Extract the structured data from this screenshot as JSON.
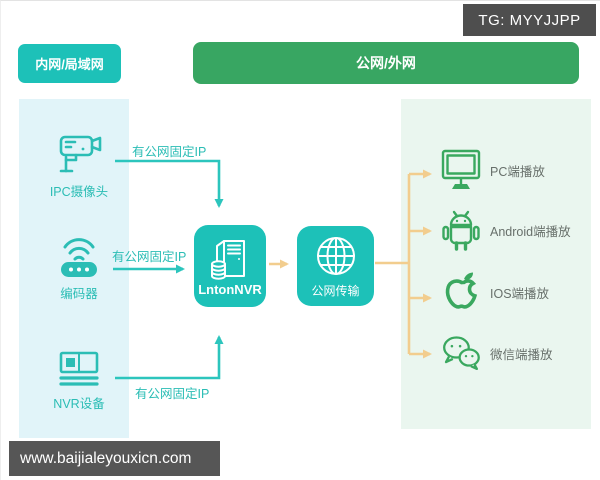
{
  "badge": {
    "text": "TG: MYYJJPP"
  },
  "headers": {
    "intranet": "内网/局域网",
    "public": "公网/外网"
  },
  "left_panel": {
    "devices": [
      {
        "label": "IPC摄像头",
        "icon": "cctv-camera-icon"
      },
      {
        "label": "编码器",
        "icon": "encoder-icon"
      },
      {
        "label": "NVR设备",
        "icon": "nvr-recorder-icon"
      }
    ]
  },
  "links": {
    "top_label": "有公网固定IP",
    "middle_label": "有公网固定IP",
    "bottom_label": "有公网固定IP"
  },
  "center": {
    "nvr_box_label": "LntonNVR",
    "transfer_box_label": "公网传输"
  },
  "right_panel": {
    "clients": [
      {
        "label": "PC端播放",
        "icon": "pc-monitor-icon"
      },
      {
        "label": "Android端播放",
        "icon": "android-icon"
      },
      {
        "label": "IOS端播放",
        "icon": "apple-icon"
      },
      {
        "label": "微信端播放",
        "icon": "wechat-icon"
      }
    ]
  },
  "footer": {
    "url": "www.baijialeyouxicn.com"
  },
  "colors": {
    "teal": "#1dc1b8",
    "teal_line": "#2cc5bd",
    "green": "#38a662",
    "panel_blue": "#e1f4f9",
    "panel_green": "#eaf6ef",
    "orange_line": "#f2cd8e",
    "badge_gray": "#4e4e4e",
    "label_gray": "#68706b"
  }
}
